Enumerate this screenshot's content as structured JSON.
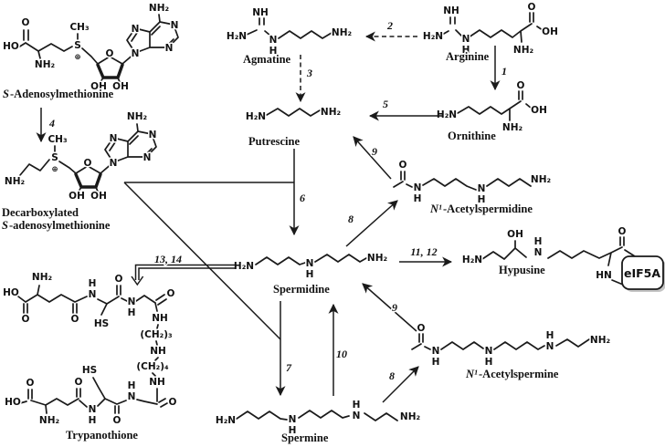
{
  "figure": {
    "background": "#ffffff",
    "ink": "#1a1a1a",
    "box_shadow": "#c4c4c4"
  },
  "atoms": {
    "nh2": "NH₂",
    "h2n": "H₂N",
    "nh": "NH",
    "hn": "HN",
    "n": "N",
    "h": "H",
    "o": "O",
    "oh": "OH",
    "ho": "HO",
    "hs": "HS",
    "s": "S",
    "splus": "⊕",
    "ch3": "CH₃",
    "ch2_3": "(CH₂)₃",
    "ch2_4": "(CH₂)₄"
  },
  "molecules": {
    "sam_prefix": "S",
    "sam_suffix": "-Adenosylmethionine",
    "dsam_line1": "Decarboxylated",
    "dsam_prefix": "S",
    "dsam_suffix": "-adenosylmethionine",
    "agmatine": "Agmatine",
    "arginine": "Arginine",
    "ornithine": "Ornithine",
    "putrescine": "Putrescine",
    "spermidine": "Spermidine",
    "spermine": "Spermine",
    "acetylspermidine_prefix": "N¹",
    "acetylspermidine_suffix": "-Acetylspermidine",
    "acetylspermine_prefix": "N¹",
    "acetylspermine_suffix": "-Acetylspermine",
    "hypusine": "Hypusine",
    "trypanothione": "Trypanothione",
    "eif5a": "eIF5A"
  },
  "reactions": {
    "r1": "1",
    "r2": "2",
    "r3": "3",
    "r4": "4",
    "r5": "5",
    "r6": "6",
    "r7": "7",
    "r8": "8",
    "r9": "9",
    "r10": "10",
    "r11_12": "11, 12",
    "r13_14": "13, 14"
  }
}
